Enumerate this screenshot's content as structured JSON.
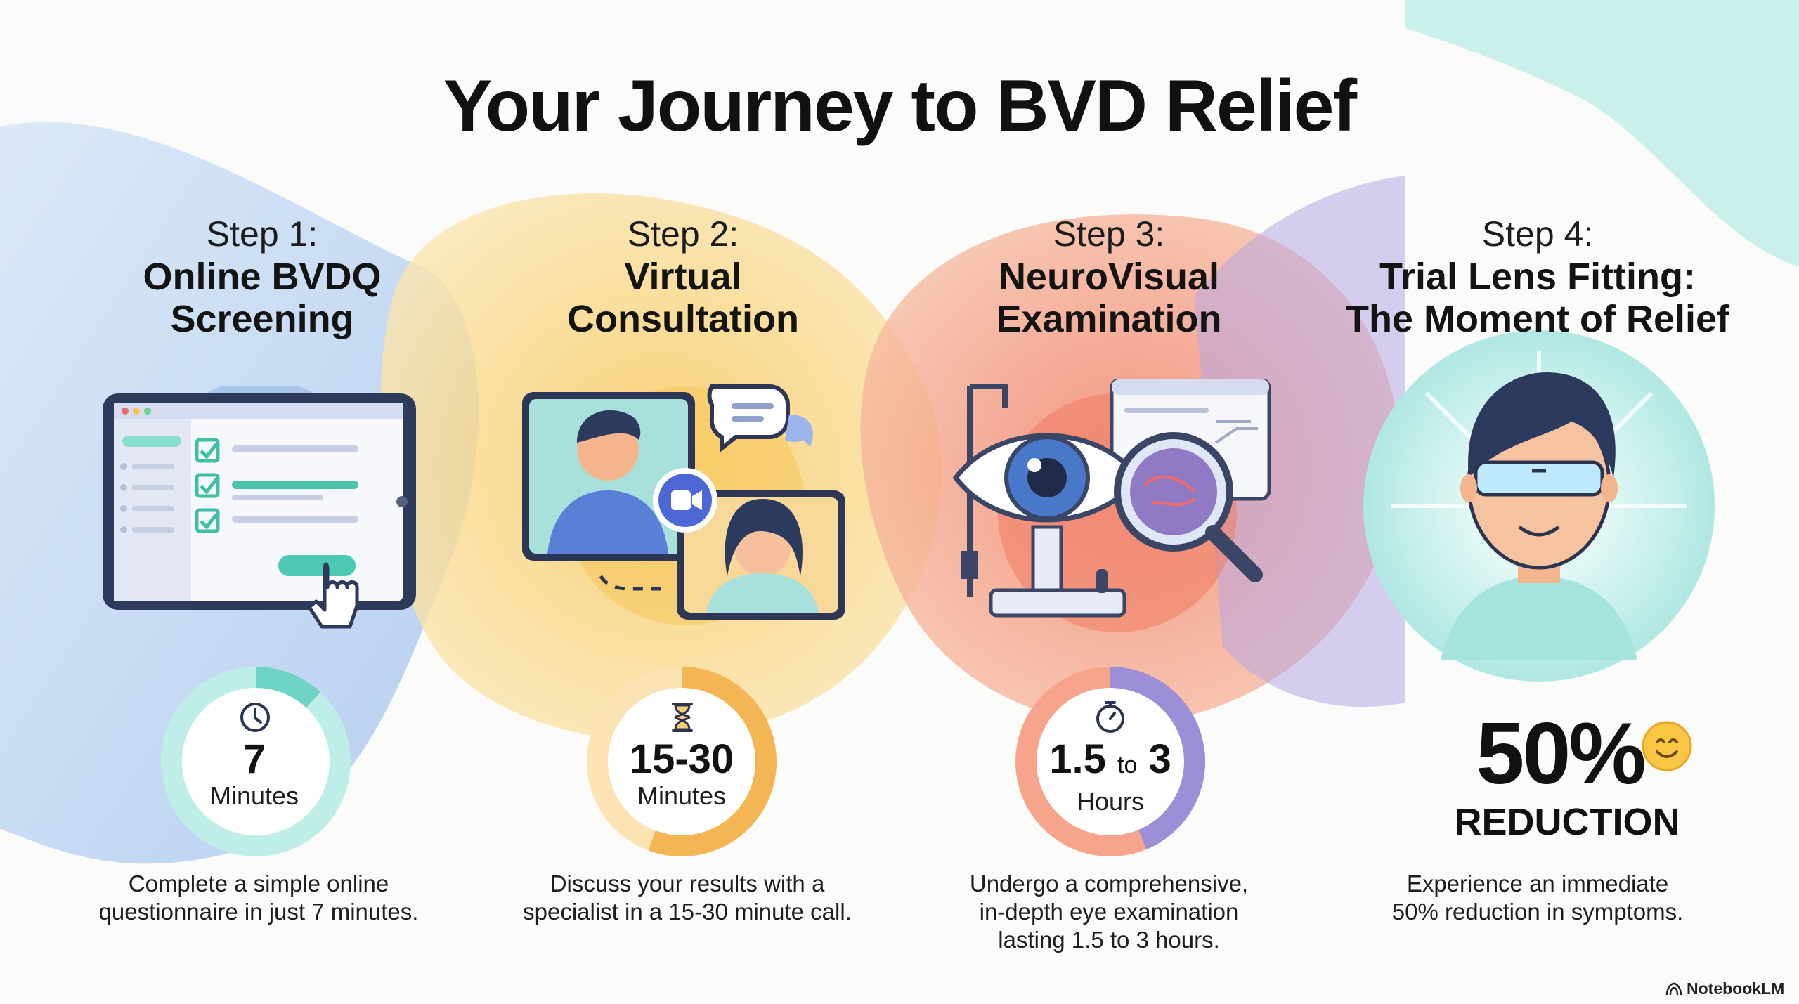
{
  "title": "Your Journey to BVD Relief",
  "steps": [
    {
      "label": "Step 1:",
      "name_line1": "Online BVDQ",
      "name_line2": "Screening",
      "value": "7",
      "unit": "Minutes",
      "icon": "clock-icon",
      "desc_line1": "Complete a simple online",
      "desc_line2": "questionnaire in just 7 minutes.",
      "accent": "#6fd3c6"
    },
    {
      "label": "Step 2:",
      "name_line1": "Virtual",
      "name_line2": "Consultation",
      "value": "15-30",
      "unit": "Minutes",
      "icon": "hourglass-icon",
      "desc_line1": "Discuss your results with a",
      "desc_line2": "specialist in a 15-30 minute call.",
      "accent": "#f4b555"
    },
    {
      "label": "Step 3:",
      "name_line1": "NeuroVisual",
      "name_line2": "Examination",
      "value_a": "1.5",
      "value_mid": "to",
      "value_b": "3",
      "unit": "Hours",
      "icon": "stopwatch-icon",
      "desc_line1": "Undergo a comprehensive,",
      "desc_line2": "in-depth eye examination",
      "desc_line3": "lasting 1.5 to 3 hours.",
      "accent": "#9c8fd8"
    },
    {
      "label": "Step 4:",
      "name_line1": "Trial Lens Fitting:",
      "name_line2": "The Moment of Relief",
      "value": "50%",
      "unit": "REDUCTION",
      "icon": "smiley-icon",
      "desc_line1": "Experience an immediate",
      "desc_line2": "50% reduction in symptoms.",
      "accent": "#7fd6cf"
    }
  ],
  "brand": "NotebookLM",
  "colors": {
    "teal": "#6fd3c6",
    "yellow": "#f6cf73",
    "coral": "#f28a6d",
    "purple": "#a49ad9",
    "blue": "#4e67d6"
  }
}
